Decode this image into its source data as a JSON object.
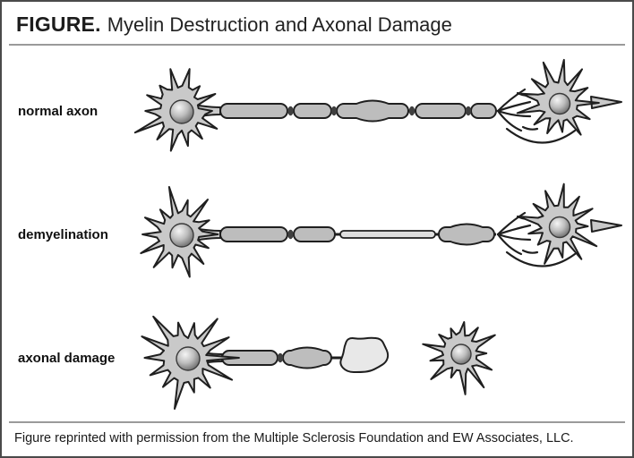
{
  "figure": {
    "heading": {
      "label": "FIGURE.",
      "title": "Myelin Destruction and Axonal Damage"
    },
    "rows": [
      {
        "id": "normal-axon",
        "label": "normal axon"
      },
      {
        "id": "demyelination",
        "label": "demyelination"
      },
      {
        "id": "axonal-damage",
        "label": "axonal damage"
      }
    ],
    "caption": "Figure reprinted with permission from the Multiple Sclerosis Foundation and EW Associates, LLC."
  },
  "colors": {
    "outline": "#1f1f1f",
    "cell_fill": "#c9c9c9",
    "myelin_fill": "#bdbdbd",
    "bare_axon_fill": "#dedede",
    "blob_fill": "#e8e8e8",
    "nucleus_light": "#f5f5f5",
    "nucleus_mid": "#bdbdbd",
    "nucleus_dark": "#5f5f5f",
    "node_pinch": "#3f3f3f",
    "border": "#4a4a4a",
    "divider": "#9a9a9a"
  }
}
